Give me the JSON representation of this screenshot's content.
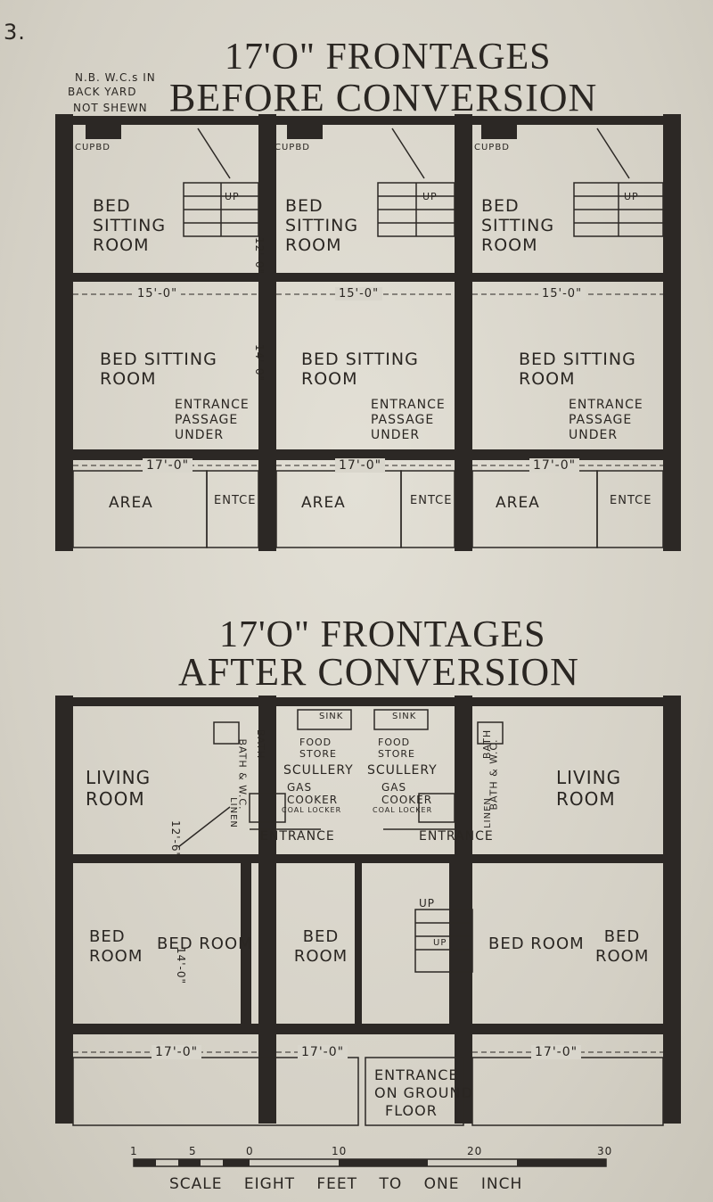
{
  "page_number": "3.",
  "before": {
    "title_line1": "17'O\" FRONTAGES",
    "title_line2": "BEFORE CONVERSION",
    "note": [
      "N.B. W.C.s IN",
      "BACK YARD",
      "NOT SHEWN"
    ],
    "upper_rooms": [
      "BED SITTING ROOM",
      "BED SITTING ROOM",
      "BED SITTING ROOM"
    ],
    "upper_dims": [
      "15'-0\"",
      "15'-0\"",
      "15'-0\""
    ],
    "cupbd": "CUPBD",
    "up": "UP",
    "depth_dim": "12'-0\"",
    "depth_dim2": "14'-0\"",
    "lower_rooms": [
      "BED SITTING ROOM",
      "BED SITTING ROOM",
      "BED SITTING ROOM"
    ],
    "entrance_passage": [
      "ENTRANCE PASSAGE UNDER",
      "ENTRANCE PASSAGE UNDER",
      "ENTRANCE PASSAGE UNDER"
    ],
    "frontage_dims": [
      "17'-0\"",
      "17'-0\"",
      "17'-0\""
    ],
    "area": [
      "AREA",
      "AREA",
      "AREA"
    ],
    "entce": [
      "ENTCE",
      "ENTCE",
      "ENTCE"
    ]
  },
  "after": {
    "title_line1": "17'O\" FRONTAGES",
    "title_line2": "AFTER CONVERSION",
    "living_room": [
      "LIVING ROOM",
      "LIVING ROOM"
    ],
    "sink": [
      "SINK",
      "SINK"
    ],
    "food_store": [
      "FOOD STORE",
      "FOOD STORE"
    ],
    "scullery": [
      "SCULLERY",
      "SCULLERY"
    ],
    "gas_cooker": [
      "GAS COOKER",
      "GAS COOKER"
    ],
    "coal_locker": [
      "COAL LOCKER",
      "COAL LOCKER"
    ],
    "bath_wc": [
      "BATH & W.C.",
      "BATH & W.C."
    ],
    "bath": [
      "BATH",
      "BATH"
    ],
    "linen": [
      "LINEN",
      "LINEN"
    ],
    "entrance": [
      "ENTRANCE",
      "ENTRANCE"
    ],
    "depth_dim": "12'-6\"",
    "up": "UP",
    "bed_rooms": [
      "BED ROOM",
      "BED ROOM",
      "BED ROOM",
      "BED ROOM",
      "BED ROOM"
    ],
    "depth_dim2": "14'-0\"",
    "frontage_dims": [
      "17'-0\"",
      "17'-0\"",
      "17'-0\""
    ],
    "entrance_ground": [
      "ENTRANCE",
      "ON GROUND",
      "FLOOR"
    ]
  },
  "scale": {
    "ticks": [
      "1",
      "5",
      "0",
      "10",
      "20",
      "30"
    ],
    "caption": "SCALE EIGHT FEET TO ONE INCH"
  }
}
